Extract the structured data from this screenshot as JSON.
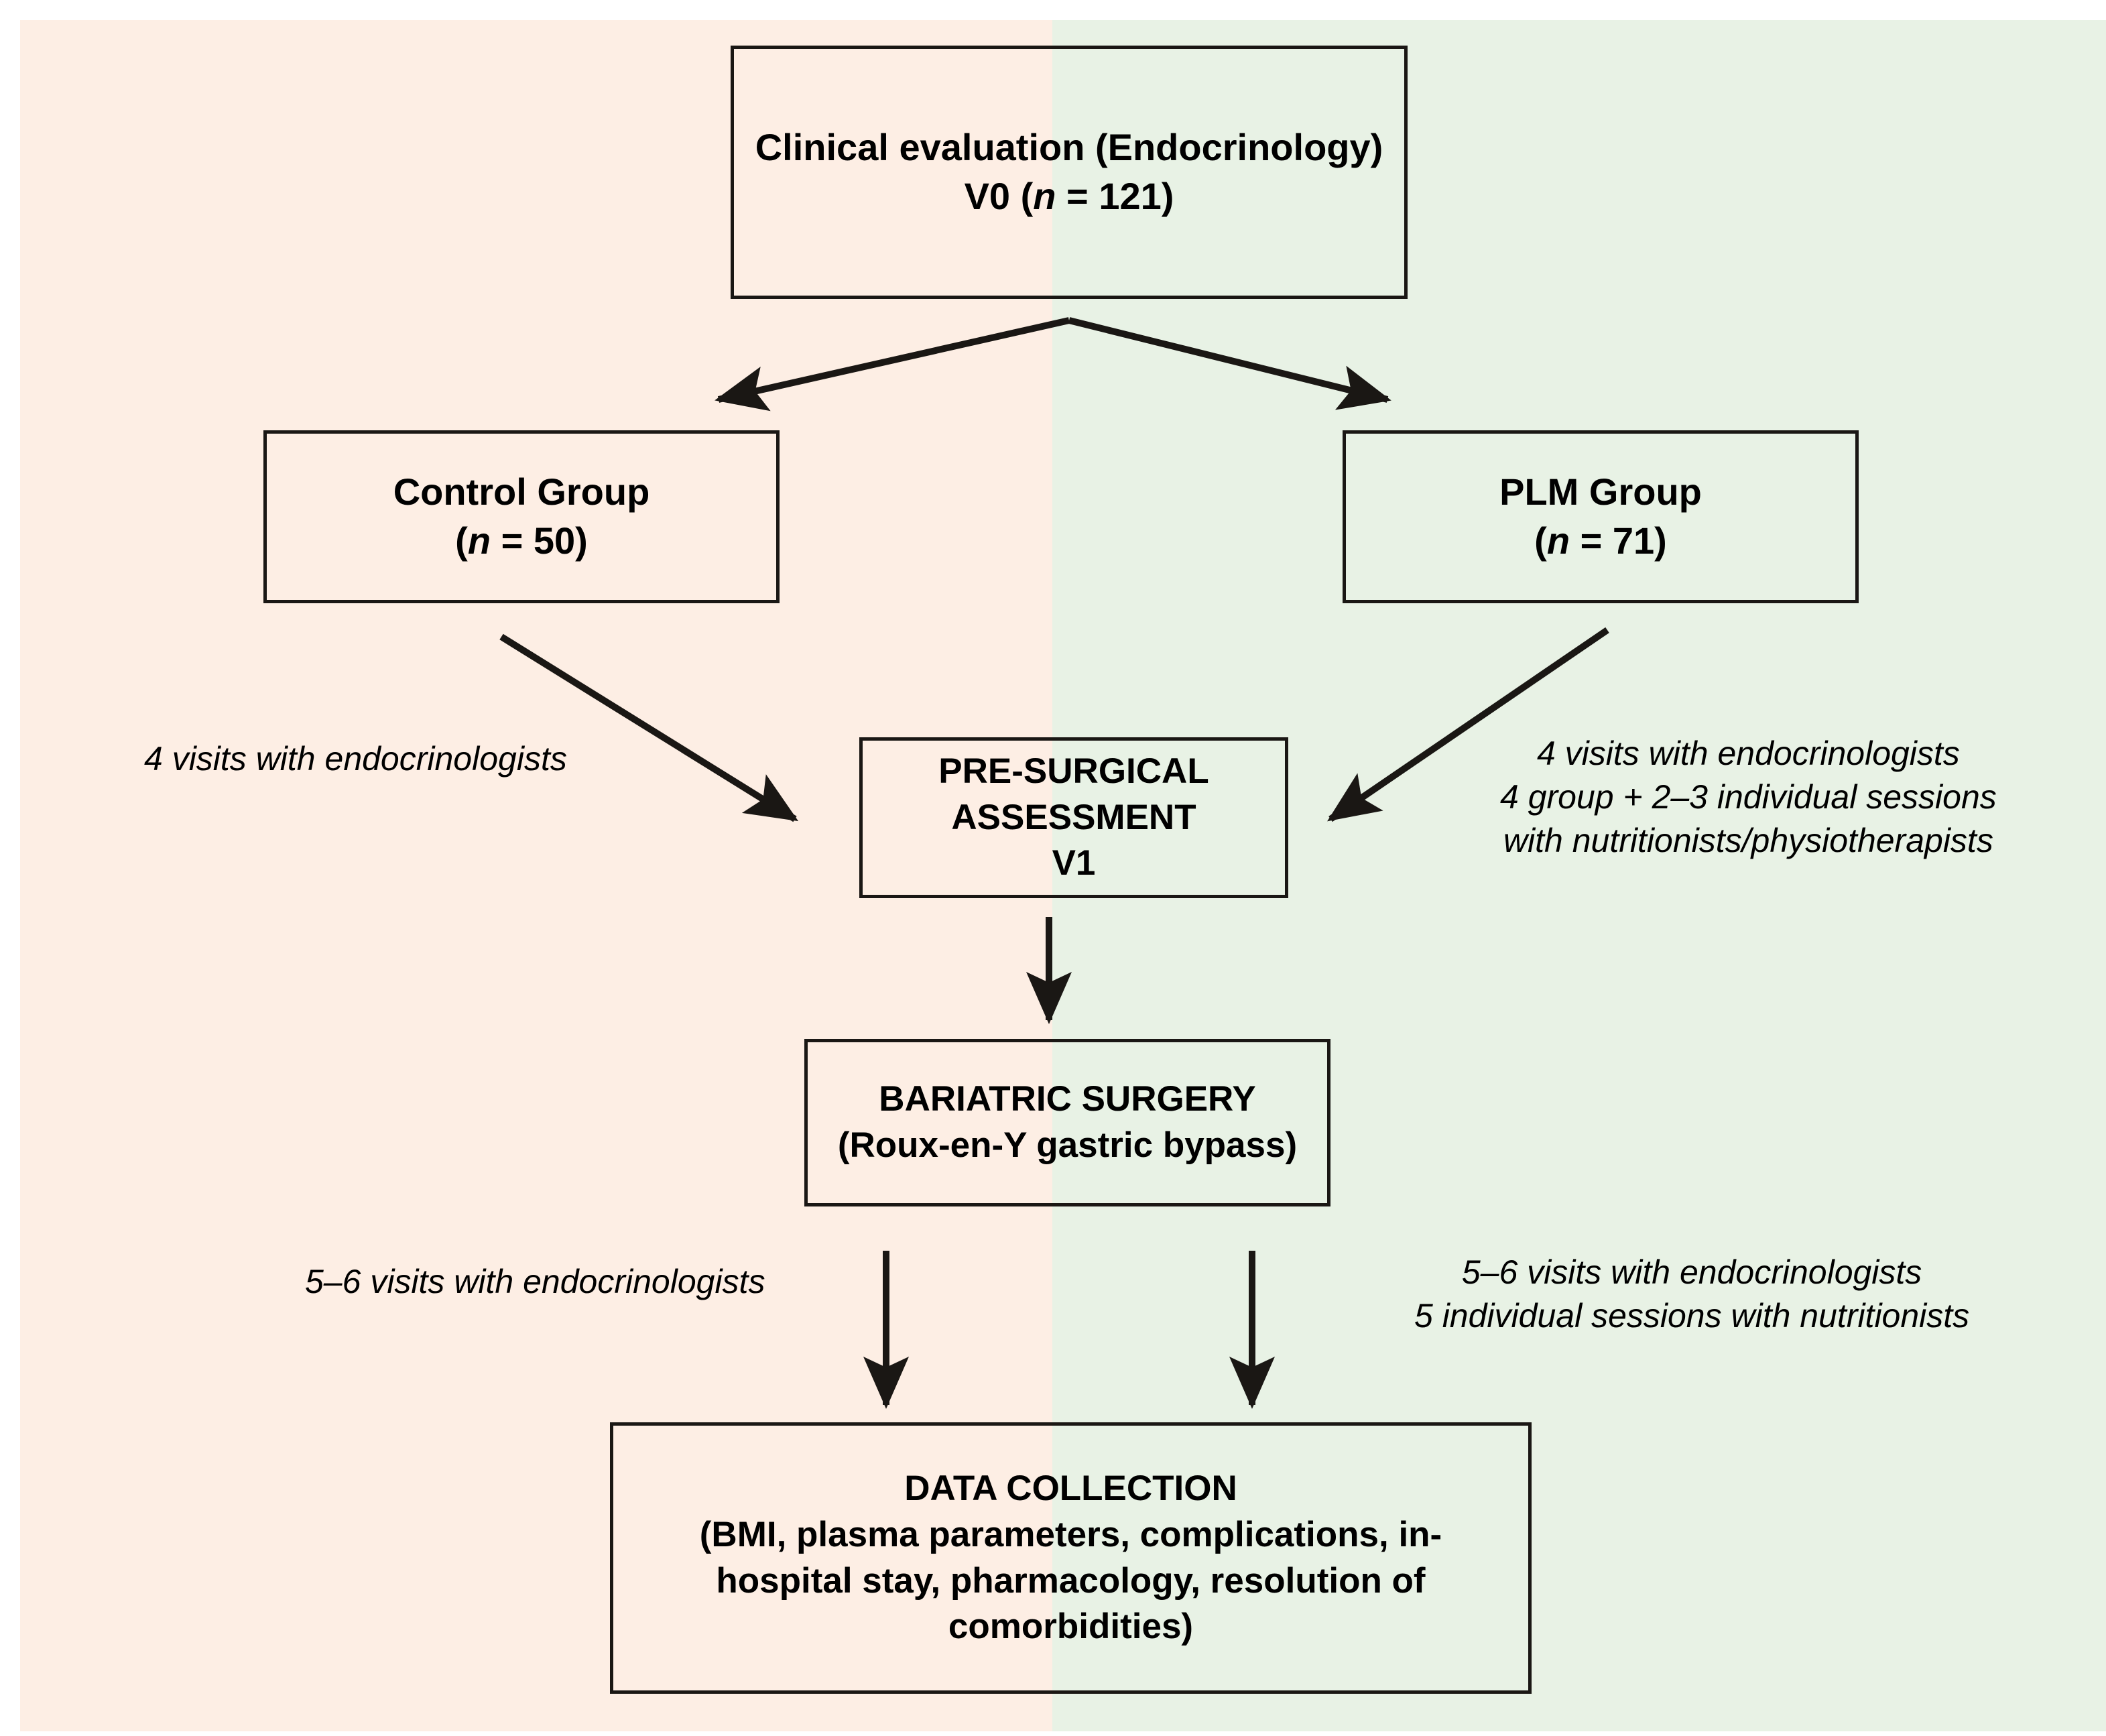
{
  "figure": {
    "type": "flowchart",
    "title": "Study design flowchart",
    "background_left_color": "#fdeee4",
    "background_right_color": "#e8f2e5",
    "line_color": "#1a1714"
  },
  "nodes": {
    "clinical_evaluation": {
      "line1": "Clinical evaluation (Endocrinology)",
      "line2_prefix": "V0 (",
      "line2_italic": "n",
      "line2_suffix": " = 121)"
    },
    "control_group": {
      "line1": "Control Group",
      "line2_prefix": "(",
      "line2_italic": "n",
      "line2_suffix": " = 50)"
    },
    "plm_group": {
      "line1": "PLM Group",
      "line2_prefix": "(",
      "line2_italic": "n",
      "line2_suffix": " = 71)"
    },
    "pre_surgical": {
      "line1": "PRE-SURGICAL",
      "line2": "ASSESSMENT",
      "line3": "V1"
    },
    "bariatric_surgery": {
      "line1": "BARIATRIC SURGERY",
      "line2": "(Roux-en-Y gastric bypass)"
    },
    "data_collection": {
      "line1": "DATA COLLECTION",
      "line2": "(BMI, plasma parameters, complications, in-hospital stay, pharmacology, resolution of comorbidities)"
    }
  },
  "annotations": {
    "control_to_pre": {
      "line1": "4 visits with endocrinologists"
    },
    "plm_to_pre": {
      "line1": "4 visits with endocrinologists",
      "line2": "4 group + 2–3 individual sessions",
      "line3": "with nutritionists/physiotherapists"
    },
    "post_surgery_control": {
      "line1": "5–6 visits with endocrinologists"
    },
    "post_surgery_plm": {
      "line1": "5–6 visits with endocrinologists",
      "line2": "5 individual sessions with nutritionists"
    }
  },
  "edges": [
    {
      "name": "v0-to-control",
      "from": "clinical_evaluation",
      "to": "control_group",
      "style": "diagonal-arrow"
    },
    {
      "name": "v0-to-plm",
      "from": "clinical_evaluation",
      "to": "plm_group",
      "style": "diagonal-arrow"
    },
    {
      "name": "control-to-pre",
      "from": "control_group",
      "to": "pre_surgical",
      "style": "diagonal-arrow"
    },
    {
      "name": "plm-to-pre",
      "from": "plm_group",
      "to": "pre_surgical",
      "style": "diagonal-arrow"
    },
    {
      "name": "pre-to-surgery",
      "from": "pre_surgical",
      "to": "bariatric_surgery",
      "style": "vertical-arrow"
    },
    {
      "name": "surgery-to-data-left",
      "from": "bariatric_surgery",
      "to": "data_collection",
      "style": "vertical-arrow"
    },
    {
      "name": "surgery-to-data-right",
      "from": "bariatric_surgery",
      "to": "data_collection",
      "style": "vertical-arrow"
    }
  ]
}
